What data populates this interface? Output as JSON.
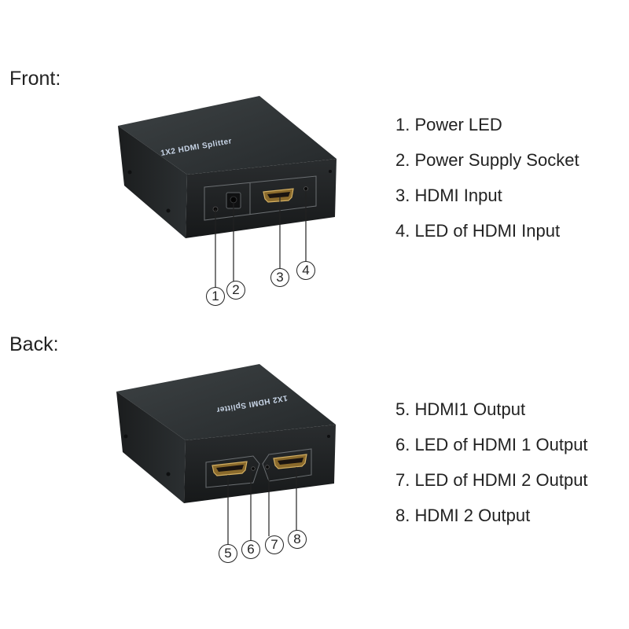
{
  "sections": {
    "front": {
      "label": "Front:",
      "legend": [
        "1. Power LED",
        "2. Power Supply Socket",
        "3. HDMI Input",
        "4. LED of HDMI Input"
      ],
      "device_title": "1X2  HDMI Splitter",
      "callouts": [
        "1",
        "2",
        "3",
        "4"
      ]
    },
    "back": {
      "label": "Back:",
      "legend": [
        "5. HDMI1 Output",
        "6. LED of HDMI 1 Output",
        "7. LED of HDMI 2 Output",
        "8. HDMI 2 Output"
      ],
      "device_title": "1X2  HDMI Splitter",
      "callouts": [
        "5",
        "6",
        "7",
        "8"
      ]
    }
  },
  "colors": {
    "device_body": "#26292b",
    "device_top": "#34383a",
    "label_accent": "#4a7fc0",
    "text": "#222222"
  }
}
